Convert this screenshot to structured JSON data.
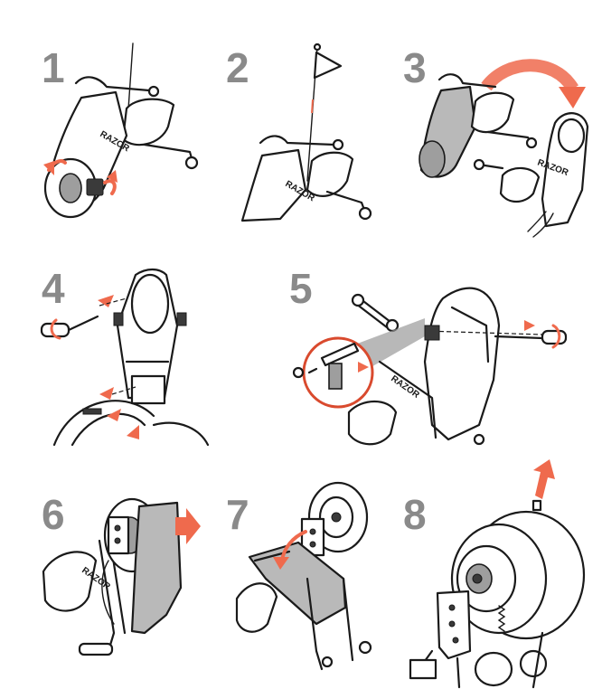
{
  "steps": [
    {
      "number": "1"
    },
    {
      "number": "2"
    },
    {
      "number": "3"
    },
    {
      "number": "4"
    },
    {
      "number": "5"
    },
    {
      "number": "6"
    },
    {
      "number": "7"
    },
    {
      "number": "8"
    }
  ],
  "brand_text": "RAZOR",
  "colors": {
    "accent": "#ef6a4d",
    "step_number": "#8a8a8a",
    "part_fill": "#b9b9b9"
  }
}
